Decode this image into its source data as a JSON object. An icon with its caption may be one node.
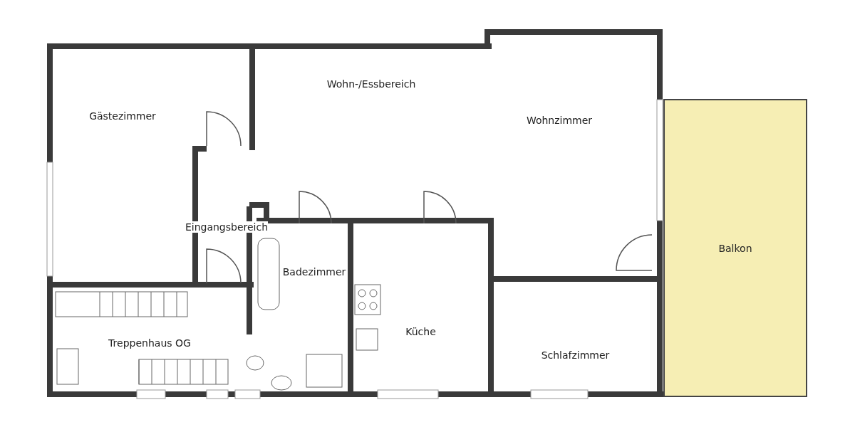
{
  "diagram": {
    "nodes": [
      {
        "text": [
          "Wohn-/Essbereich"
        ]
      },
      {
        "text": [
          "Wohnzimmer"
        ]
      },
      {
        "text": [
          "Gästezimmer"
        ]
      },
      {
        "text": [
          "Eingangsbereich"
        ]
      },
      {
        "text": [
          "Badezimmer"
        ]
      },
      {
        "text": [
          "Balkon"
        ]
      },
      {
        "text": [
          "Küche"
        ]
      },
      {
        "text": [
          "Treppenhaus OG"
        ]
      },
      {
        "text": [
          "Schlafzimmer"
        ]
      }
    ]
  }
}
